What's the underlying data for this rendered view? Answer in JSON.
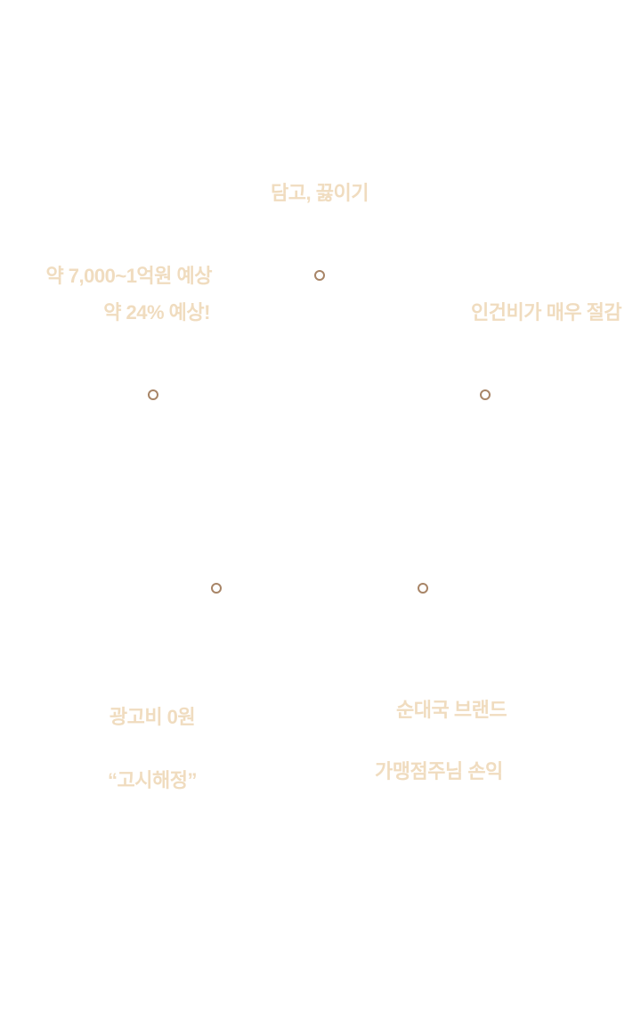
{
  "labels": {
    "top": "담고, 끓이기",
    "left_line1": "약 7,000~1억원 예상",
    "left_line2": "약 24% 예상!",
    "right": "인건비가 매우 절감",
    "bottom_left_1": "광고비 0원",
    "bottom_left_2": "“고시해정”",
    "bottom_right_1": "순대국 브랜드",
    "bottom_right_2": "가맹점주님 손익"
  },
  "colors": {
    "text": "#f0dcbf",
    "dot": "#a88567"
  }
}
